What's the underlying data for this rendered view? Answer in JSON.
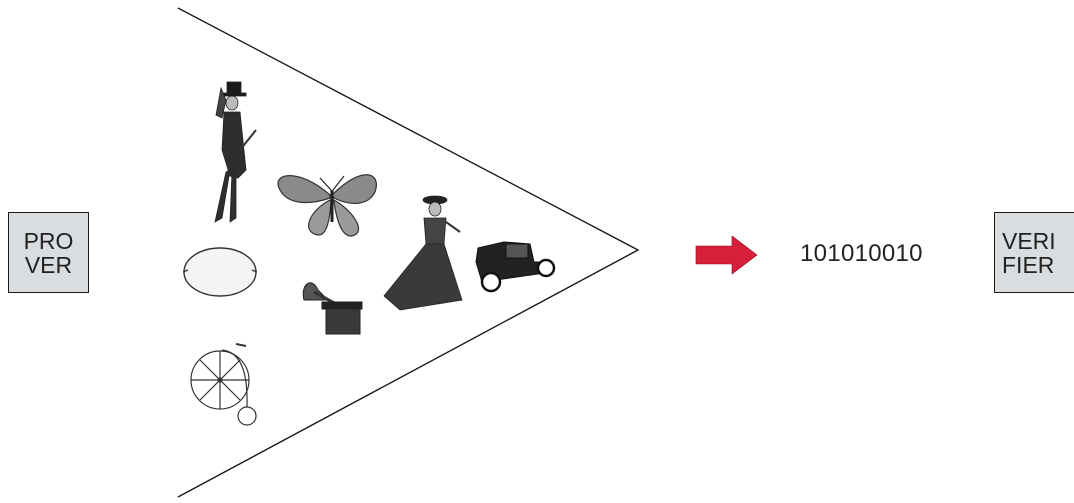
{
  "prover": {
    "line1": "PRO",
    "line2": "VER"
  },
  "verifier": {
    "line1": "VERI",
    "line2": "FIER"
  },
  "output": {
    "bits": "101010010"
  },
  "colors": {
    "arrow": "#d6203a",
    "box_fill": "#d9dde0",
    "stroke": "#1a1a1a"
  },
  "items": [
    "gentleman-with-top-hat",
    "butterfly",
    "victorian-lady",
    "vintage-car",
    "lemon",
    "gramophone",
    "penny-farthing-bicycle"
  ]
}
